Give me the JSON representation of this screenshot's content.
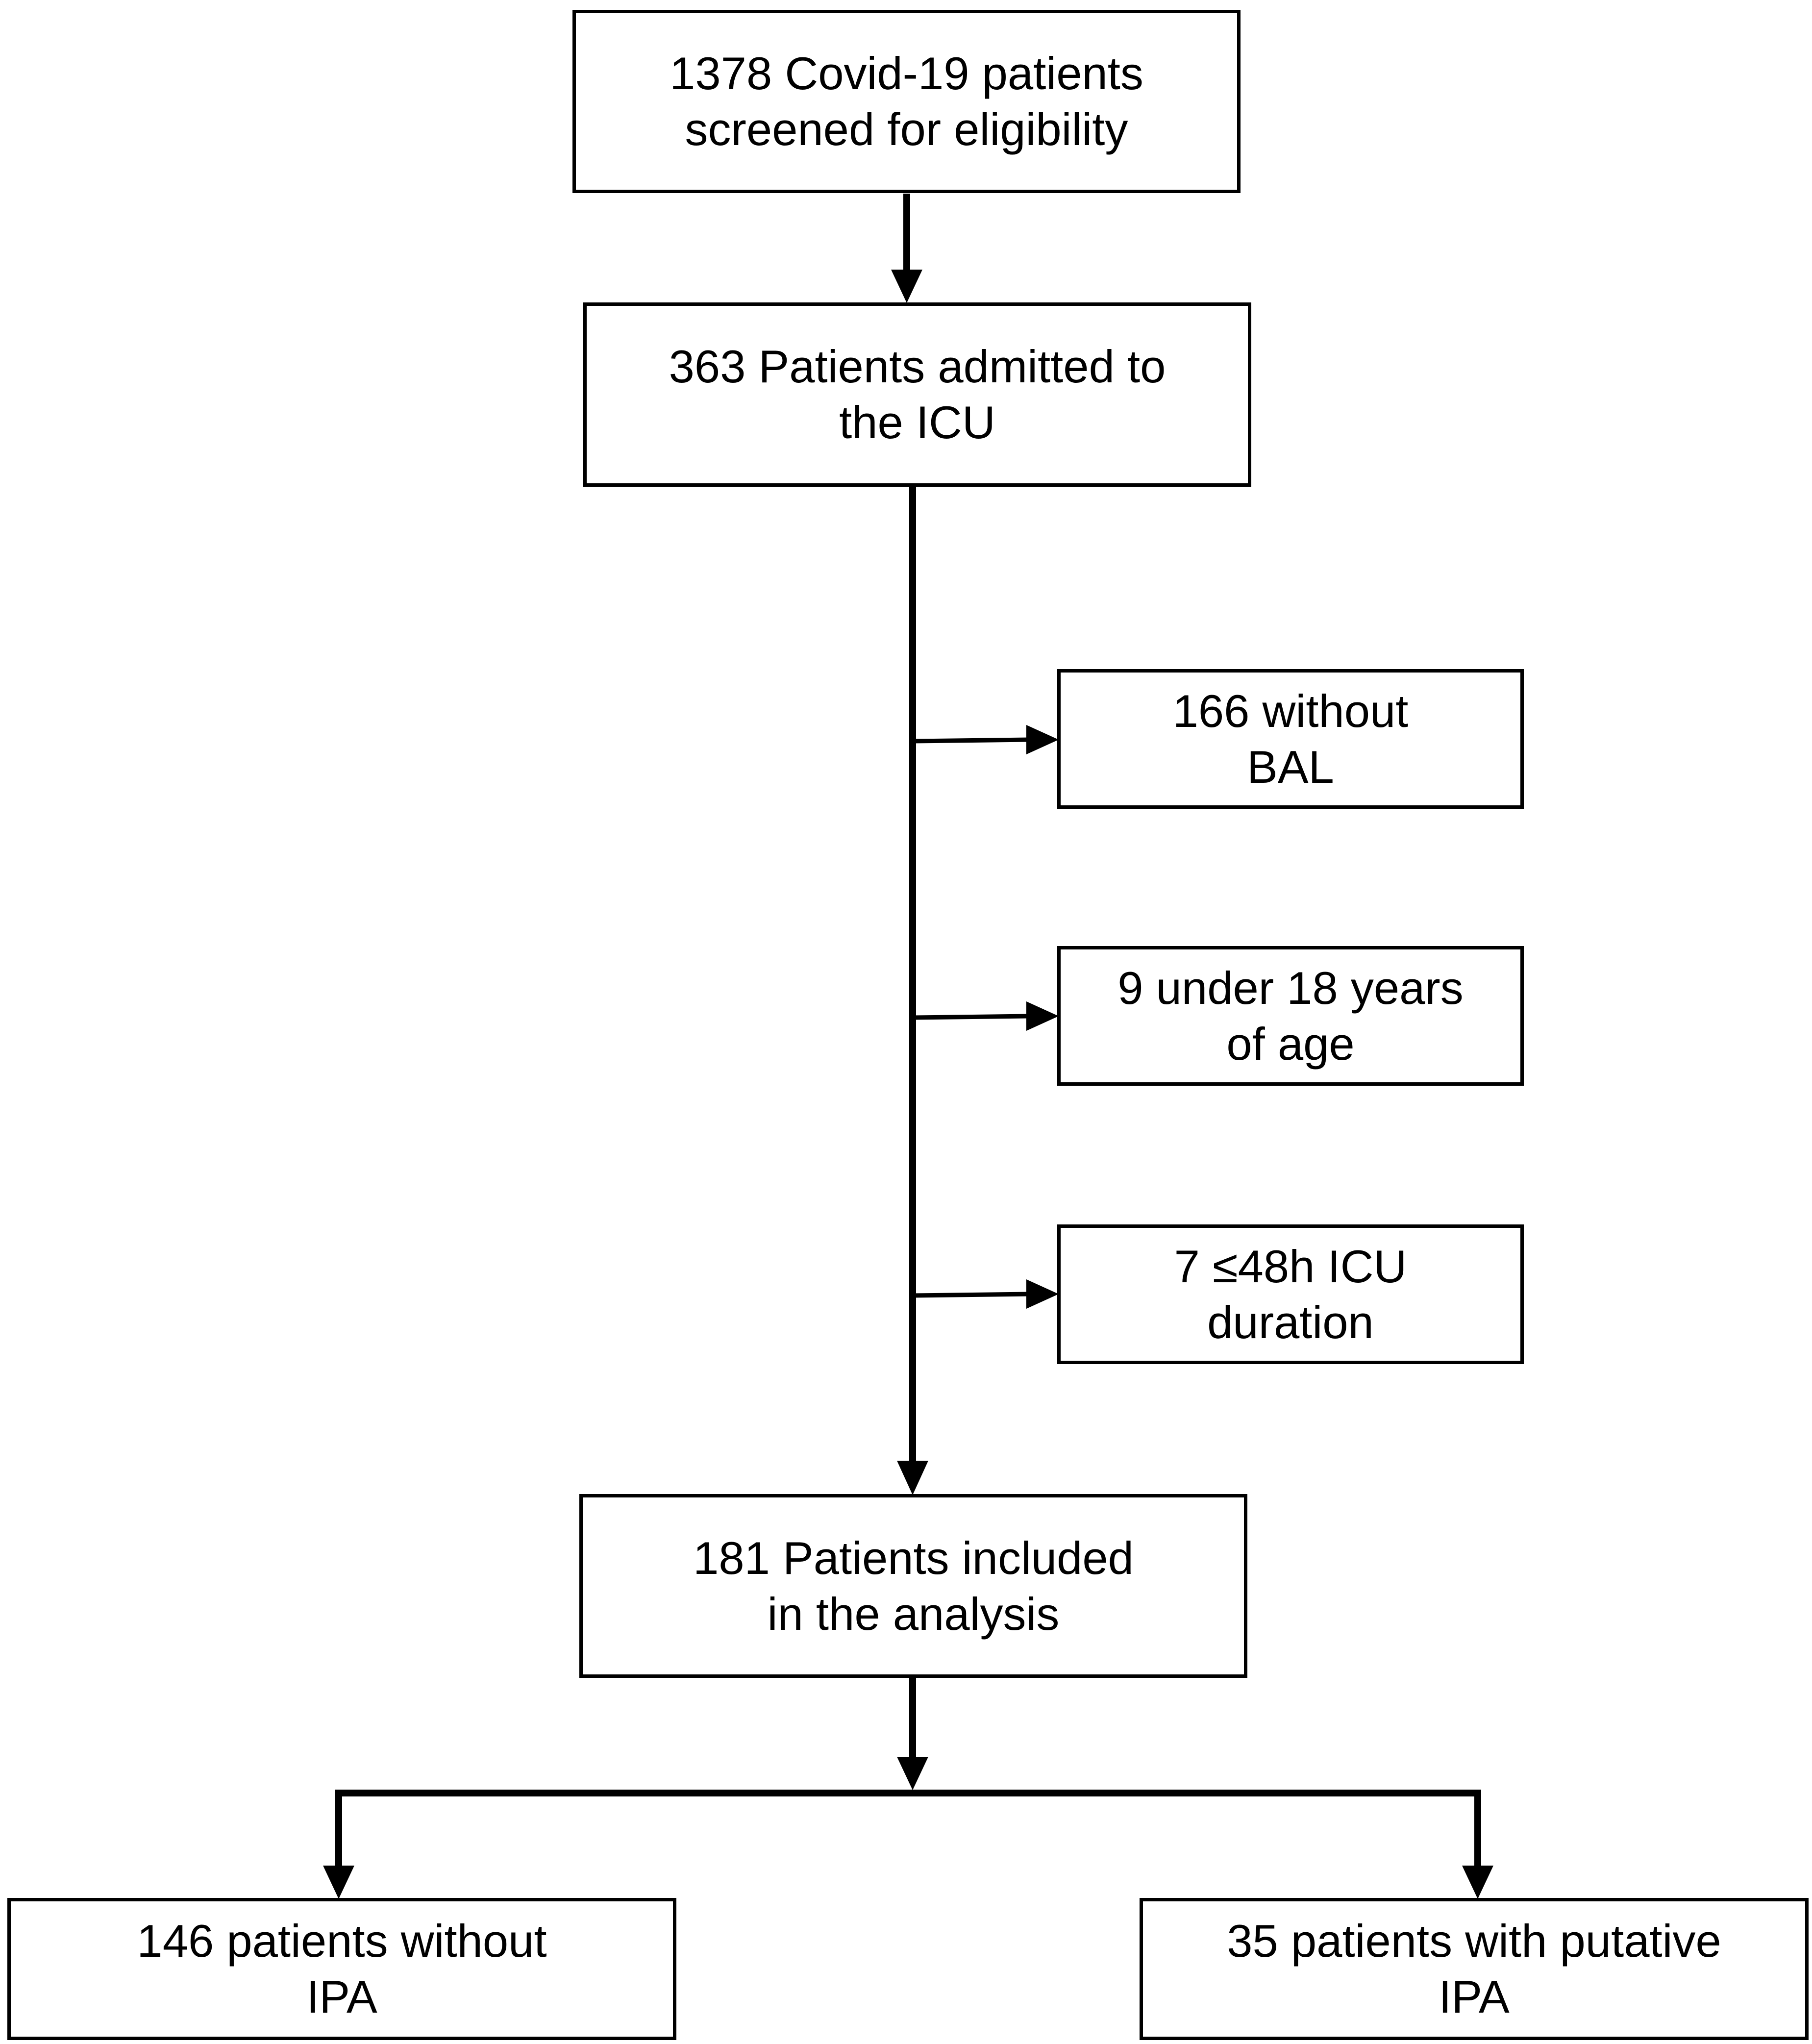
{
  "flowchart": {
    "screened": {
      "line1": "1378 Covid-19 patients",
      "line2": "screened for eligibility"
    },
    "icu": {
      "line1": "363 Patients admitted to",
      "line2": "the ICU"
    },
    "exclusions": [
      {
        "line1": "166 without",
        "line2": "BAL"
      },
      {
        "line1": "9 under 18 years",
        "line2": "of age"
      },
      {
        "line1": "7 ≤48h ICU",
        "line2": "duration"
      }
    ],
    "included": {
      "line1": "181 Patients included",
      "line2": "in the analysis"
    },
    "without_ipa": {
      "line1": "146 patients without",
      "line2": "IPA"
    },
    "with_ipa": {
      "line1": "35 patients with putative",
      "line2": "IPA"
    }
  }
}
